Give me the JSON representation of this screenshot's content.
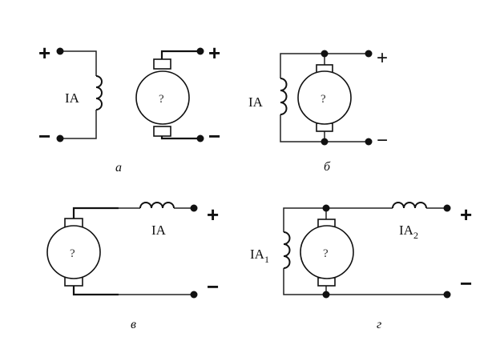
{
  "figure": {
    "description": "DC machine excitation connection schemes",
    "diagrams": [
      {
        "id": "a",
        "caption": "а",
        "scheme": "separate excitation",
        "coil_label": "IA",
        "motor_label": "?",
        "terminals": [
          "+",
          "−",
          "+",
          "−"
        ]
      },
      {
        "id": "b",
        "caption": "б",
        "scheme": "shunt excitation",
        "coil_label": "IA",
        "motor_label": "?",
        "terminals": [
          "+",
          "−"
        ]
      },
      {
        "id": "v",
        "caption": "в",
        "scheme": "series excitation",
        "coil_label": "IA",
        "motor_label": "?",
        "terminals": [
          "+",
          "−"
        ]
      },
      {
        "id": "g",
        "caption": "г",
        "scheme": "compound excitation",
        "coil1_label_main": "IA",
        "coil1_label_sub": "1",
        "coil2_label_main": "IA",
        "coil2_label_sub": "2",
        "motor_label": "?",
        "terminals": [
          "+",
          "−"
        ]
      }
    ]
  }
}
